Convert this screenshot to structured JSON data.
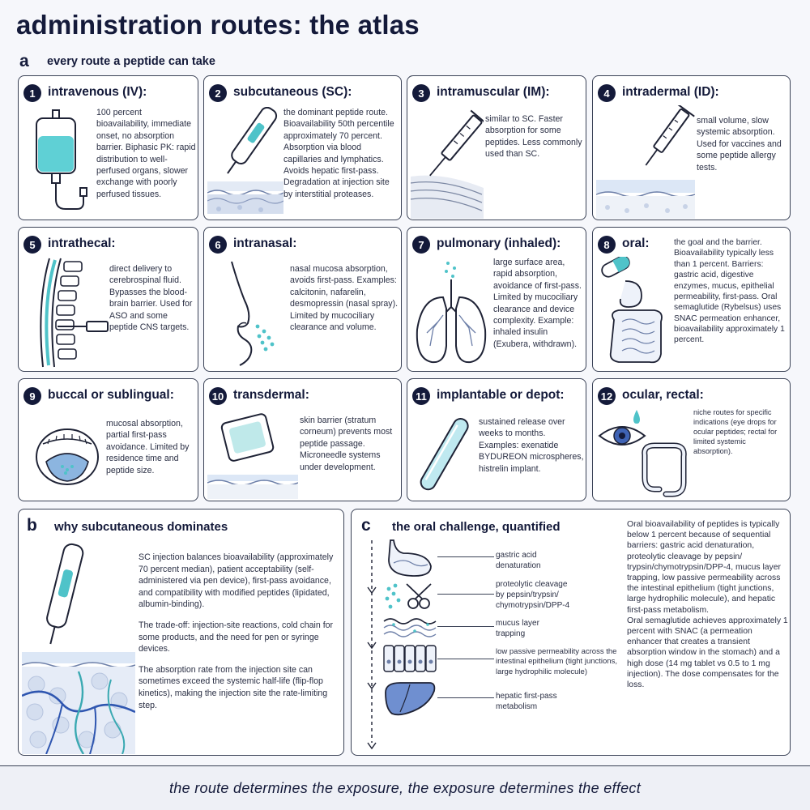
{
  "header": {
    "title": "administration routes: the atlas"
  },
  "panel_a": {
    "letter": "a",
    "subtitle": "every route a peptide can take"
  },
  "routes": [
    {
      "num": "1",
      "title": "intravenous (IV):",
      "text": "100 percent bioavailability, immediate onset, no absorption barrier. Biphasic PK: rapid distribution to well-perfused organs, slower exchange with poorly perfused tissues.",
      "icon": "iv-bag-icon"
    },
    {
      "num": "2",
      "title": "subcutaneous (SC):",
      "text": "the dominant peptide route. Bioavailability 50th percentile approximately 70 percent. Absorption via blood capillaries and lymphatics. Avoids hepatic first-pass. Degradation at injection site by interstitial proteases.",
      "icon": "pen-injector-icon"
    },
    {
      "num": "3",
      "title": "intramuscular (IM):",
      "text": "similar to SC. Faster absorption for some peptides. Less commonly used than SC.",
      "icon": "syringe-muscle-icon"
    },
    {
      "num": "4",
      "title": "intradermal (ID):",
      "text": "small volume, slow systemic absorption. Used for vaccines and some peptide allergy tests.",
      "icon": "syringe-skin-icon"
    },
    {
      "num": "5",
      "title": "intrathecal:",
      "text": "direct delivery to cerebrospinal fluid. Bypasses the blood-brain barrier. Used for ASO and some peptide CNS targets.",
      "icon": "spine-icon"
    },
    {
      "num": "6",
      "title": "intranasal:",
      "text": "nasal mucosa absorption, avoids first-pass. Examples: calcitonin, nafarelin, desmopressin (nasal spray). Limited by mucociliary clearance and volume.",
      "icon": "nose-icon"
    },
    {
      "num": "7",
      "title": "pulmonary (inhaled):",
      "text": "large surface area, rapid absorption, avoidance of first-pass. Limited by mucociliary clearance and device complexity. Example: inhaled insulin (Exubera, withdrawn).",
      "icon": "lungs-icon"
    },
    {
      "num": "8",
      "title": "oral:",
      "text": "the goal and the barrier. Bioavailability typically less than 1 percent. Barriers: gastric acid, digestive enzymes, mucus, epithelial permeability, first-pass. Oral semaglutide (Rybelsus) uses SNAC permeation enhancer, bioavailability approximately 1 percent.",
      "icon": "gut-icon"
    },
    {
      "num": "9",
      "title": "buccal or sublingual:",
      "text": "mucosal absorption, partial first-pass avoidance. Limited by residence time and peptide size.",
      "icon": "mouth-icon"
    },
    {
      "num": "10",
      "title": "transdermal:",
      "text": "skin barrier (stratum corneum) prevents most peptide passage. Microneedle systems under development.",
      "icon": "patch-icon"
    },
    {
      "num": "11",
      "title": "implantable or depot:",
      "text": "sustained release over weeks to months. Examples: exenatide BYDUREON microspheres, histrelin implant.",
      "icon": "implant-rod-icon"
    },
    {
      "num": "12",
      "title": "ocular, rectal:",
      "text": "niche routes for specific indications (eye drops for ocular peptides; rectal for limited systemic absorption).",
      "icon": "eye-colon-icon"
    }
  ],
  "panel_b": {
    "letter": "b",
    "title": "why subcutaneous dominates",
    "paragraphs": [
      "SC injection balances bioavailability (approximately 70 percent median), patient acceptability (self-administered via pen device), first-pass avoidance, and compatibility with modified peptides (lipidated, albumin-binding).",
      "The trade-off: injection-site reactions, cold chain for some products, and the need for pen or syringe devices.",
      "The absorption rate from the injection site can sometimes exceed the systemic half-life (flip-flop kinetics), making the injection site the rate-limiting step."
    ]
  },
  "panel_c": {
    "letter": "c",
    "title": "the oral challenge, quantified",
    "steps": [
      "gastric acid denaturation",
      "proteolytic cleavage by pepsin/trypsin/ chymotrypsin/DPP-4",
      "mucus layer trapping",
      "low passive permeability across the intestinal epithelium (tight junctions, large hydrophilic molecule)",
      "hepatic first-pass metabolism"
    ],
    "side_paragraphs": [
      "Oral bioavailability of peptides is typically below 1 percent because of sequential barriers: gastric acid denaturation, proteolytic cleavage by pepsin/ trypsin/chymotrypsin/DPP-4, mucus layer trapping, low passive permeability across the intestinal epithelium (tight junctions, large hydrophilic molecule), and hepatic first-pass metabolism.",
      "Oral semaglutide achieves approximately 1 percent with SNAC (a permeation enhancer that creates a transient absorption window in the stomach) and a high dose (14 mg tablet vs 0.5 to 1 mg injection). The dose compensates for the loss."
    ]
  },
  "footer": {
    "text": "the route determines the exposure, the exposure determines the effect"
  },
  "colors": {
    "ink": "#141a3a",
    "teal": "#4fc3c9",
    "blue": "#3f63b5",
    "border": "#3a4256"
  }
}
